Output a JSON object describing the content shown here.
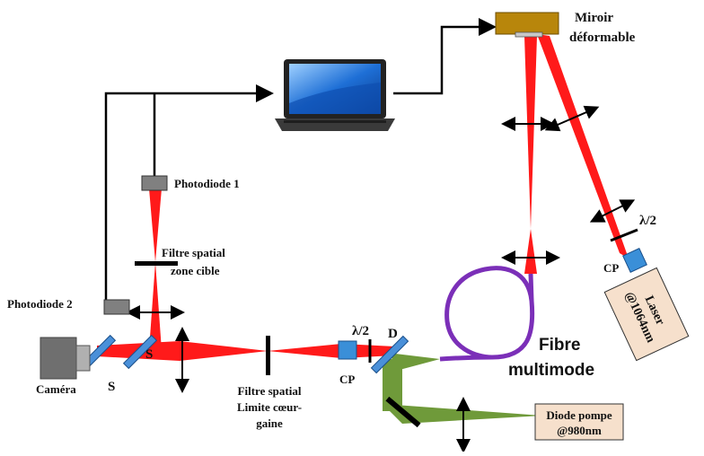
{
  "labels": {
    "mirror_line1": "Miroir",
    "mirror_line2": "déformable",
    "photodiode1": "Photodiode 1",
    "photodiode2": "Photodiode 2",
    "filter_target_line1": "Filtre spatial",
    "filter_target_line2": "zone cible",
    "camera": "Caméra",
    "splitter": "S",
    "filter_cladding_line1": "Filtre spatial",
    "filter_cladding_line2": "Limite cœur-",
    "filter_cladding_line3": "gaine",
    "polarizer_cube": "CP",
    "half_wave": "λ/2",
    "dichroic": "D",
    "fibre_line1": "Fibre",
    "fibre_line2": "multimode",
    "pump_line1": "Diode pompe",
    "pump_line2": "@980nm",
    "laser_line1": "Laser",
    "laser_line2": "@1064nm"
  },
  "colors": {
    "beam_laser": "#ff1a1a",
    "beam_pump": "#6f9a3a",
    "fibre": "#7b2fb8",
    "mirror": "#b8860b",
    "cube": "#3a8fd8",
    "splitter": "#4a90d9",
    "laser_box": "#f6e0cc",
    "pump_box": "#f6e0cc",
    "component_gray": "#808080"
  },
  "icons": {
    "computer": "laptop-icon",
    "camera": "camera-icon",
    "photodiode": "photodiode-icon"
  }
}
